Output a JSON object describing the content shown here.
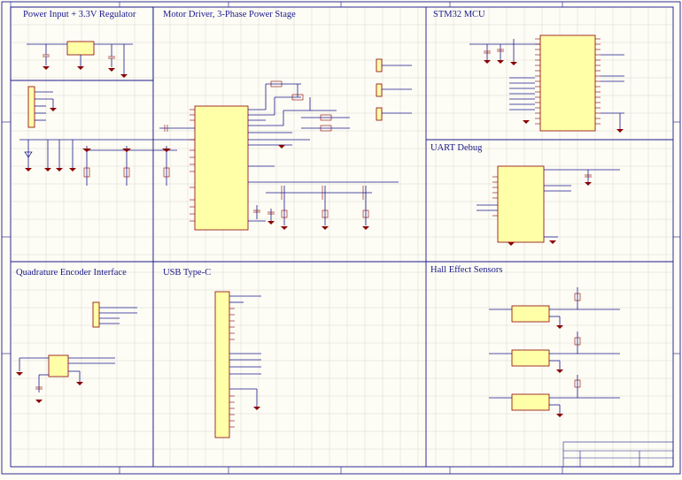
{
  "sections": {
    "power": "Power Input + 3.3V Regulator",
    "motor": "Motor Driver, 3-Phase Power Stage",
    "mcu": "STM32 MCU",
    "uart": "UART Debug",
    "encoder": "Quadrature Encoder Interface",
    "usb": "USB Type-C",
    "hall": "Hall Effect Sensors"
  },
  "colors": {
    "paper": "#fdfcf5",
    "wire": "#1a1a8c",
    "component_fill": "#ffffa8",
    "component_stroke": "#8b0000"
  }
}
